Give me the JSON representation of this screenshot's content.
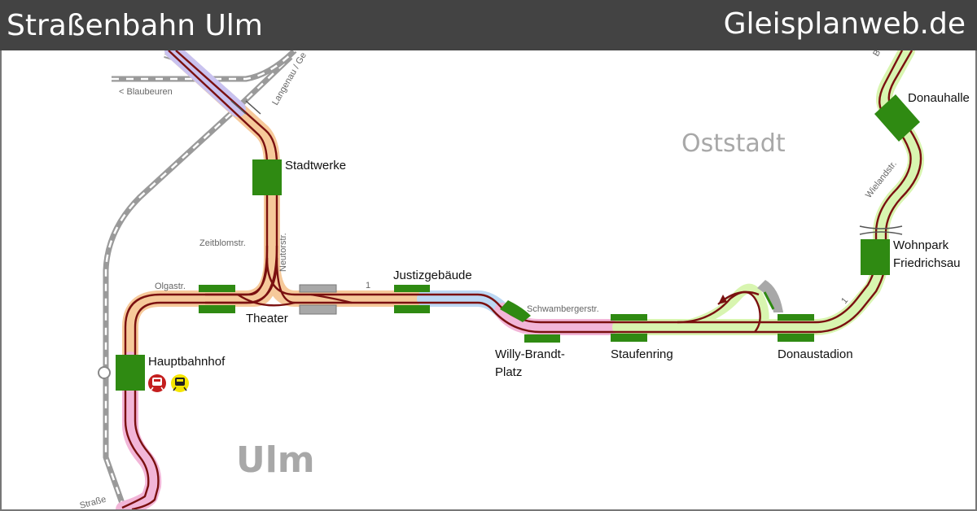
{
  "header": {
    "title": "Straßenbahn Ulm",
    "site": "Gleisplanweb.de"
  },
  "districts": {
    "ulm": "Ulm",
    "oststadt": "Oststadt"
  },
  "stations": {
    "stadtwerke": "Stadtwerke",
    "justizgebaeude": "Justizgebäude",
    "theater": "Theater",
    "hauptbahnhof": "Hauptbahnhof",
    "willy_brandt_1": "Willy-Brandt-",
    "willy_brandt_2": "Platz",
    "staufenring": "Staufenring",
    "donaustadion": "Donaustadion",
    "wohnpark_1": "Wohnpark",
    "wohnpark_2": "Friedrichsau",
    "donauhalle": "Donauhalle"
  },
  "streets": {
    "blaubeuren": "< Blaubeuren",
    "langenau": "Langenau / Ge",
    "zeitblomstr": "Zeitblomstr.",
    "neutorstr": "Neutorstr.",
    "olgastr": "Olgastr.",
    "schwambergerstr": "Schwambergerstr.",
    "wielandstr": "Wielandstr.",
    "strasse": "Straße",
    "line1_a": "1",
    "line1_b": "1",
    "blau_b": "B"
  },
  "colors": {
    "track": "#7a1010",
    "station": "#2f8a12",
    "orange_halo": "#f6c99a",
    "pink_halo": "#f2b6d8",
    "blue_halo": "#bcd8f4",
    "green_halo": "#d8f5b0",
    "rail": "#9a9a9a",
    "header": "#434343"
  },
  "icons": [
    "train-icon",
    "tram-icon"
  ]
}
